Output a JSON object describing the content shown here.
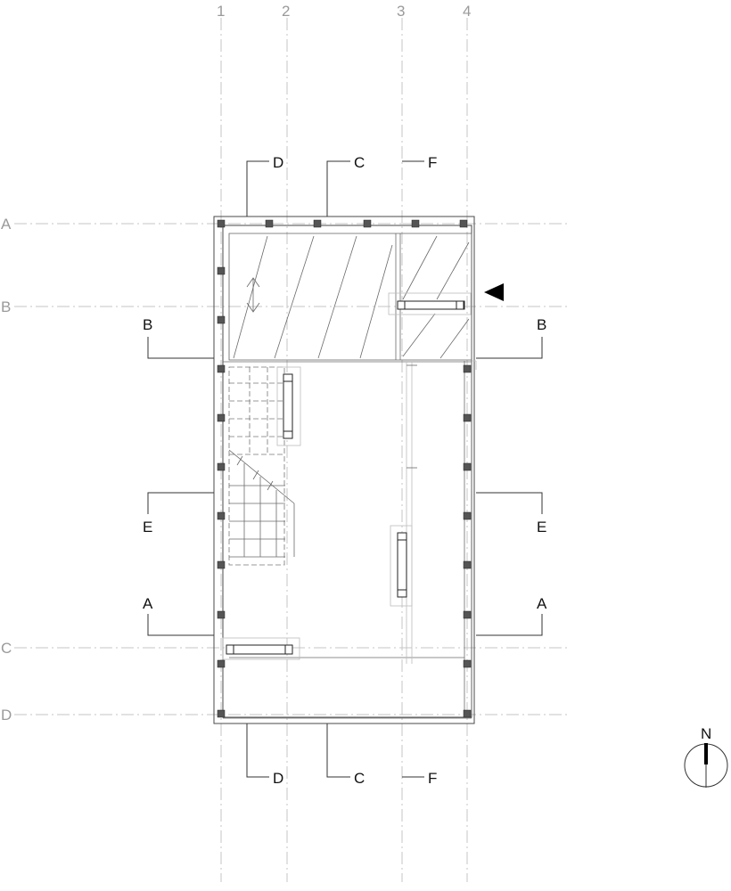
{
  "grid": {
    "columns": [
      "1",
      "2",
      "3",
      "4"
    ],
    "rows": [
      "A",
      "B",
      "C",
      "D"
    ]
  },
  "sections": {
    "top": [
      "D",
      "C",
      "F"
    ],
    "bottom": [
      "D",
      "C",
      "F"
    ],
    "left": [
      "B",
      "E",
      "A"
    ],
    "right": [
      "B",
      "E",
      "A"
    ]
  },
  "north_arrow": {
    "label": "N"
  },
  "colors": {
    "gridline": "#c4c4c4",
    "grid_label": "#9a9a9a",
    "lines": "#4a4a4a",
    "post": "#555555"
  }
}
